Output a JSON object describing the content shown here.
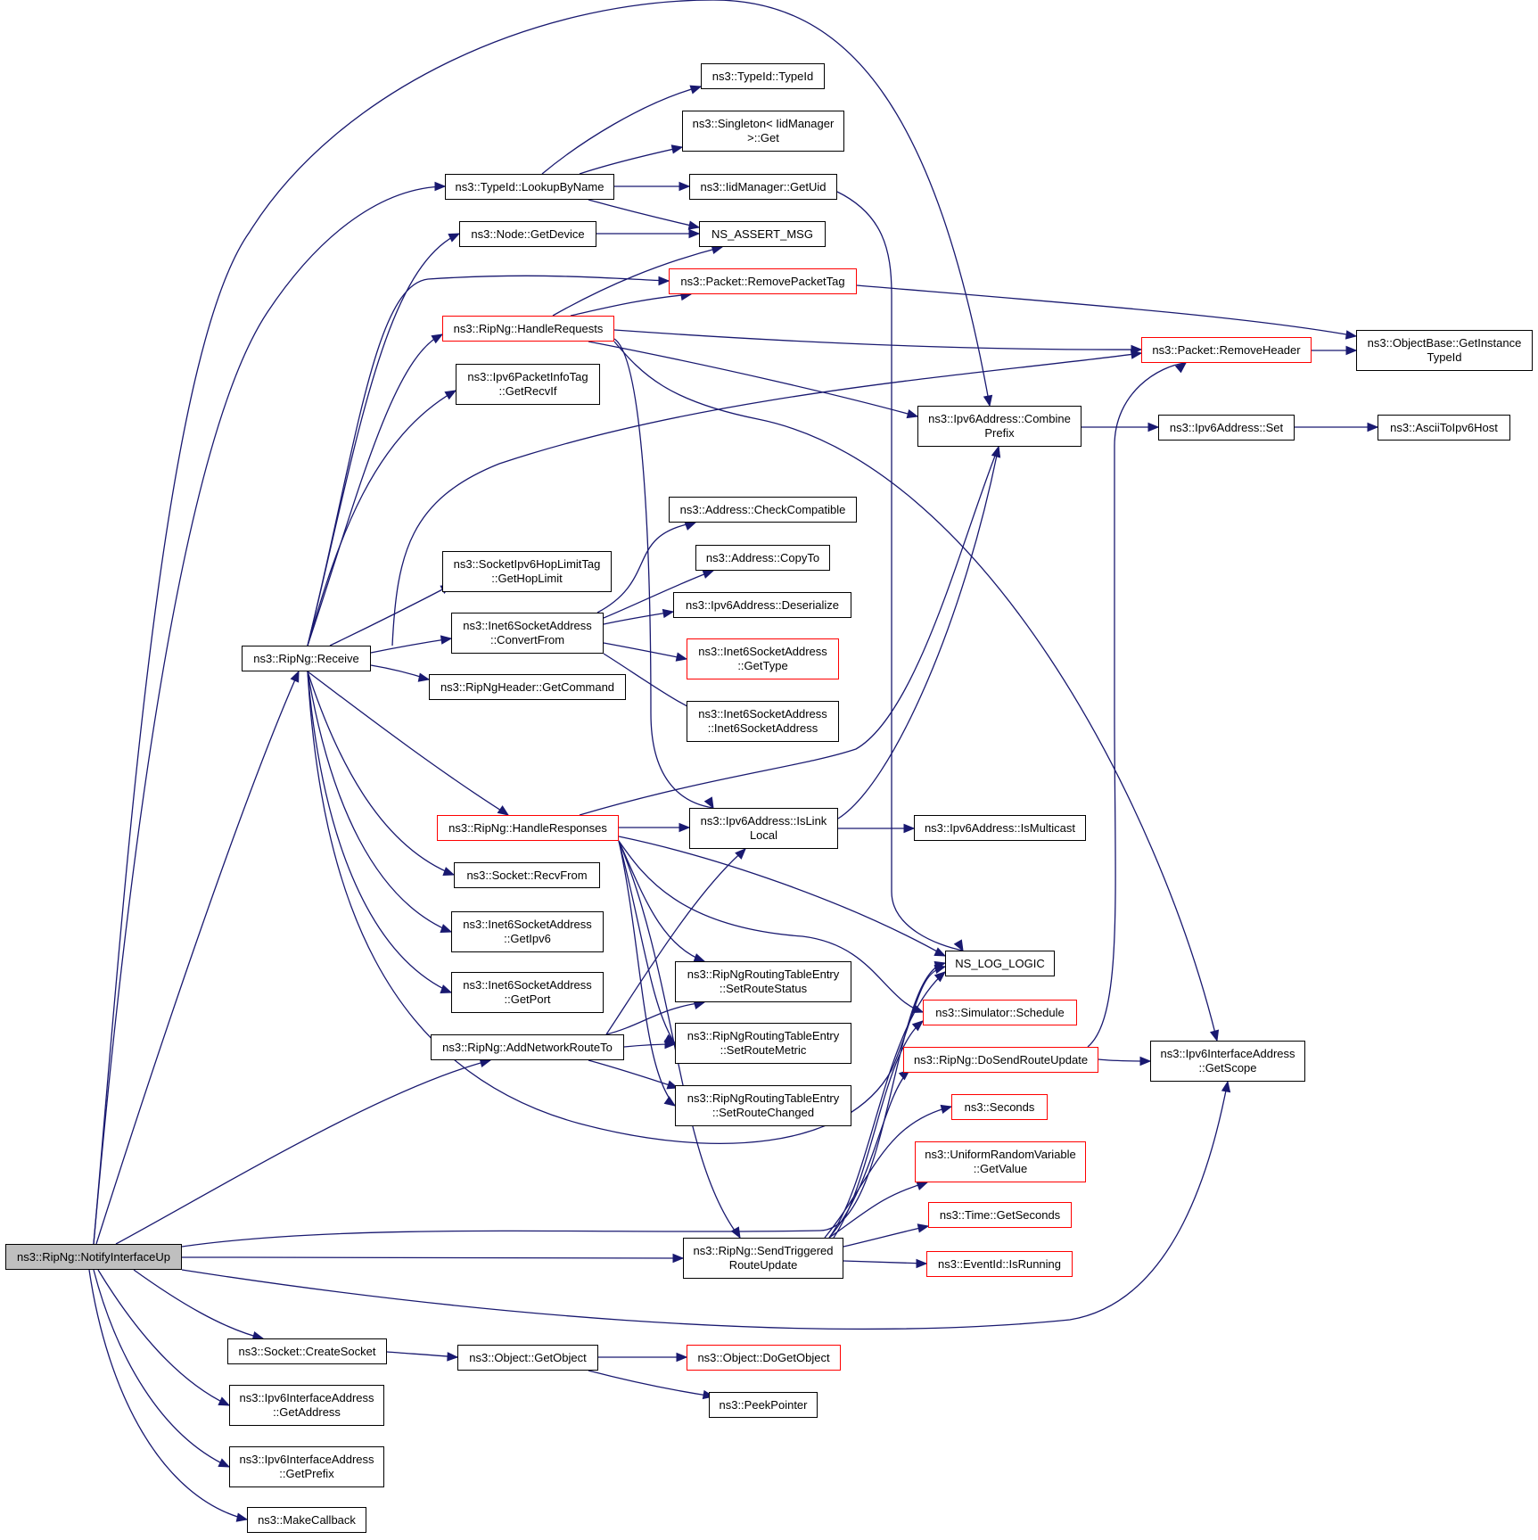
{
  "colors": {
    "edge": "#191970",
    "border": "#000000",
    "incomplete_border": "#ff0000",
    "root_fill": "#bfbfbf"
  },
  "nodes": {
    "notify": {
      "lines": [
        "ns3::RipNg::NotifyInterfaceUp"
      ]
    },
    "receive": {
      "lines": [
        "ns3::RipNg::Receive"
      ]
    },
    "typeid": {
      "lines": [
        "ns3::TypeId::TypeId"
      ]
    },
    "singleton": {
      "lines": [
        "ns3::Singleton< IidManager",
        ">::Get"
      ]
    },
    "lookup": {
      "lines": [
        "ns3::TypeId::LookupByName"
      ]
    },
    "getuid": {
      "lines": [
        "ns3::IidManager::GetUid"
      ]
    },
    "getdevice": {
      "lines": [
        "ns3::Node::GetDevice"
      ]
    },
    "assert": {
      "lines": [
        "NS_ASSERT_MSG"
      ]
    },
    "rmptag": {
      "lines": [
        "ns3::Packet::RemovePacketTag"
      ]
    },
    "handlereq": {
      "lines": [
        "ns3::RipNg::HandleRequests"
      ]
    },
    "getrecvif": {
      "lines": [
        "ns3::Ipv6PacketInfoTag",
        "::GetRecvIf"
      ]
    },
    "rmheader": {
      "lines": [
        "ns3::Packet::RemoveHeader"
      ]
    },
    "getinst": {
      "lines": [
        "ns3::ObjectBase::GetInstance",
        "TypeId"
      ]
    },
    "combine": {
      "lines": [
        "ns3::Ipv6Address::Combine",
        "Prefix"
      ]
    },
    "ipv6set": {
      "lines": [
        "ns3::Ipv6Address::Set"
      ]
    },
    "ascii": {
      "lines": [
        "ns3::AsciiToIpv6Host"
      ]
    },
    "checkcomp": {
      "lines": [
        "ns3::Address::CheckCompatible"
      ]
    },
    "copyto": {
      "lines": [
        "ns3::Address::CopyTo"
      ]
    },
    "hoplimit": {
      "lines": [
        "ns3::SocketIpv6HopLimitTag",
        "::GetHopLimit"
      ]
    },
    "deser": {
      "lines": [
        "ns3::Ipv6Address::Deserialize"
      ]
    },
    "convfrom": {
      "lines": [
        "ns3::Inet6SocketAddress",
        "::ConvertFrom"
      ]
    },
    "gettype": {
      "lines": [
        "ns3::Inet6SocketAddress",
        "::GetType"
      ]
    },
    "getcmd": {
      "lines": [
        "ns3::RipNgHeader::GetCommand"
      ]
    },
    "inet6ctor": {
      "lines": [
        "ns3::Inet6SocketAddress",
        "::Inet6SocketAddress"
      ]
    },
    "handleresp": {
      "lines": [
        "ns3::RipNg::HandleResponses"
      ]
    },
    "islink": {
      "lines": [
        "ns3::Ipv6Address::IsLink",
        "Local"
      ]
    },
    "ismcast": {
      "lines": [
        "ns3::Ipv6Address::IsMulticast"
      ]
    },
    "recvfrom": {
      "lines": [
        "ns3::Socket::RecvFrom"
      ]
    },
    "getipv6": {
      "lines": [
        "ns3::Inet6SocketAddress",
        "::GetIpv6"
      ]
    },
    "nslog": {
      "lines": [
        "NS_LOG_LOGIC"
      ]
    },
    "getport": {
      "lines": [
        "ns3::Inet6SocketAddress",
        "::GetPort"
      ]
    },
    "setstatus": {
      "lines": [
        "ns3::RipNgRoutingTableEntry",
        "::SetRouteStatus"
      ]
    },
    "schedule": {
      "lines": [
        "ns3::Simulator::Schedule"
      ]
    },
    "addnet": {
      "lines": [
        "ns3::RipNg::AddNetworkRouteTo"
      ]
    },
    "setmetric": {
      "lines": [
        "ns3::RipNgRoutingTableEntry",
        "::SetRouteMetric"
      ]
    },
    "dosend": {
      "lines": [
        "ns3::RipNg::DoSendRouteUpdate"
      ]
    },
    "getscope": {
      "lines": [
        "ns3::Ipv6InterfaceAddress",
        "::GetScope"
      ]
    },
    "setchanged": {
      "lines": [
        "ns3::RipNgRoutingTableEntry",
        "::SetRouteChanged"
      ]
    },
    "seconds": {
      "lines": [
        "ns3::Seconds"
      ]
    },
    "uniform": {
      "lines": [
        "ns3::UniformRandomVariable",
        "::GetValue"
      ]
    },
    "getsec": {
      "lines": [
        "ns3::Time::GetSeconds"
      ]
    },
    "sendtrig": {
      "lines": [
        "ns3::RipNg::SendTriggered",
        "RouteUpdate"
      ]
    },
    "isrunning": {
      "lines": [
        "ns3::EventId::IsRunning"
      ]
    },
    "createsock": {
      "lines": [
        "ns3::Socket::CreateSocket"
      ]
    },
    "getobject": {
      "lines": [
        "ns3::Object::GetObject"
      ]
    },
    "dogetobj": {
      "lines": [
        "ns3::Object::DoGetObject"
      ]
    },
    "peek": {
      "lines": [
        "ns3::PeekPointer"
      ]
    },
    "getaddr": {
      "lines": [
        "ns3::Ipv6InterfaceAddress",
        "::GetAddress"
      ]
    },
    "getprefix": {
      "lines": [
        "ns3::Ipv6InterfaceAddress",
        "::GetPrefix"
      ]
    },
    "makecb": {
      "lines": [
        "ns3::MakeCallback"
      ]
    }
  }
}
